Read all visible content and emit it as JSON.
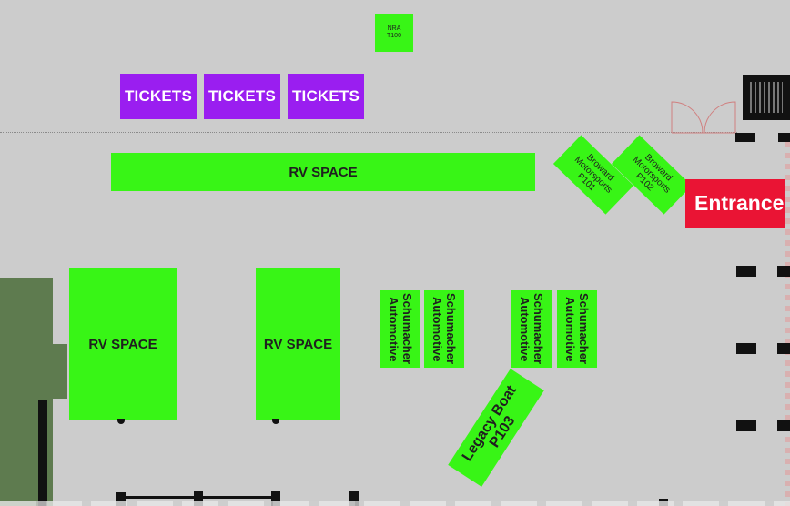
{
  "colors": {
    "background": "#cccccc",
    "booth": "#38f516",
    "tickets": "#9a1ef0",
    "entrance": "#ea1434",
    "grass": "#5e7b4f"
  },
  "booths": {
    "nra": "NRA\nT100",
    "tickets": [
      "TICKETS",
      "TICKETS",
      "TICKETS"
    ],
    "rv_top": "RV SPACE",
    "rv_left": "RV SPACE",
    "rv_mid": "RV SPACE",
    "broward_p101": "Broward\nMotorsports\nP101",
    "broward_p102": "Broward\nMotorsports\nP102",
    "schumacher": [
      "Schumacher\nAutomotive",
      "Schumacher\nAutomotive",
      "Schumacher\nAutomotive",
      "Schumacher\nAutomotive"
    ],
    "legacy_boat": "Legacy Boat\nP103"
  },
  "entrance_label": "Entrance"
}
